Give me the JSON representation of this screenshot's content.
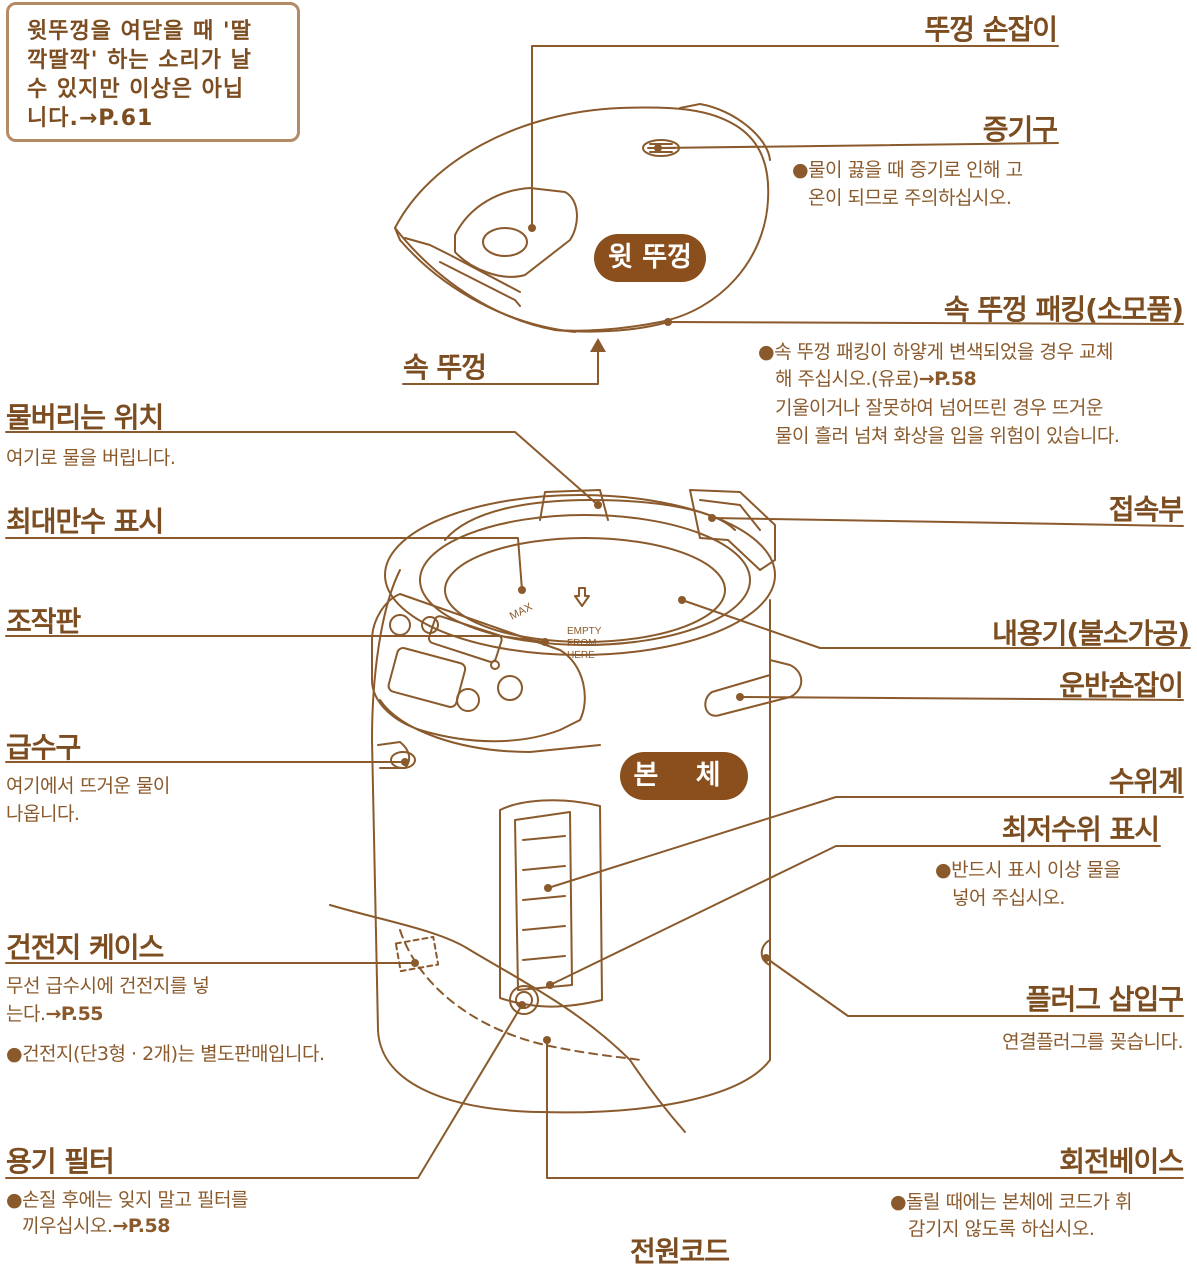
{
  "note": {
    "lines": [
      "윗뚜껑을 여닫을 때 '딸",
      "깍딸깍' 하는 소리가 날",
      "수 있지만 이상은 아닙",
      "니다.→P.61"
    ]
  },
  "badges": {
    "top_lid": "윗 뚜껑",
    "main_body": "본 체"
  },
  "pot_labels": {
    "max": "MAX",
    "empty_line1": "EMPTY",
    "empty_line2": "FROM",
    "empty_line3": "HERE"
  },
  "labels": {
    "lid_handle": {
      "title": "뚜껑 손잡이"
    },
    "steam_vent": {
      "title": "증기구",
      "desc": [
        "●물이 끓을 때 증기로 인해 고",
        "온이 되므로 주의하십시오."
      ]
    },
    "inner_lid_gasket": {
      "title": "속 뚜껑 패킹(소모품)",
      "desc": [
        "●속 뚜껑 패킹이 하얗게 변색되었을 경우 교체",
        "해 주십시오.(유료)"
      ],
      "page_ref": "→P.58",
      "desc2": [
        "기울이거나 잘못하여 넘어뜨린 경우 뜨거운",
        "물이 흘러 넘쳐 화상을 입을 위험이 있습니다."
      ]
    },
    "inner_lid": {
      "title": "속 뚜껑"
    },
    "pour_out_position": {
      "title": "물버리는 위치",
      "desc": "여기로 물을 버립니다."
    },
    "max_water_mark": {
      "title": "최대만수 표시"
    },
    "connector": {
      "title": "접속부"
    },
    "control_panel": {
      "title": "조작판"
    },
    "inner_container": {
      "title": "내용기(불소가공)"
    },
    "carry_handle": {
      "title": "운반손잡이"
    },
    "spout": {
      "title": "급수구",
      "desc": [
        "여기에서 뜨거운 물이",
        "나옵니다."
      ]
    },
    "water_gauge": {
      "title": "수위계"
    },
    "min_water_mark": {
      "title": "최저수위 표시",
      "desc": [
        "●반드시 표시 이상 물을",
        "넣어 주십시오."
      ]
    },
    "battery_case": {
      "title": "건전지 케이스",
      "desc": "무선 급수시에 건전지를 넣",
      "desc_line2": "는다.",
      "page_ref": "→P.55",
      "note": "●건전지(단3형 · 2개)는 별도판매입니다."
    },
    "plug_socket": {
      "title": "플러그 삽입구",
      "desc": "연결플러그를 꽂습니다."
    },
    "container_filter": {
      "title": "용기 필터",
      "desc": "●손질 후에는 잊지 말고 필터를",
      "desc_line2": "끼우십시오.",
      "page_ref": "→P.58"
    },
    "rotating_base": {
      "title": "회전베이스",
      "desc": [
        "●돌릴 때에는 본체에 코드가 휘",
        "감기지 않도록 하십시오."
      ]
    },
    "power_cord": {
      "title": "전원코드"
    }
  },
  "colors": {
    "line": "#8a5a2c",
    "title": "#7c4d20",
    "badge": "#8a4f1c",
    "note_border": "#b58a66"
  }
}
